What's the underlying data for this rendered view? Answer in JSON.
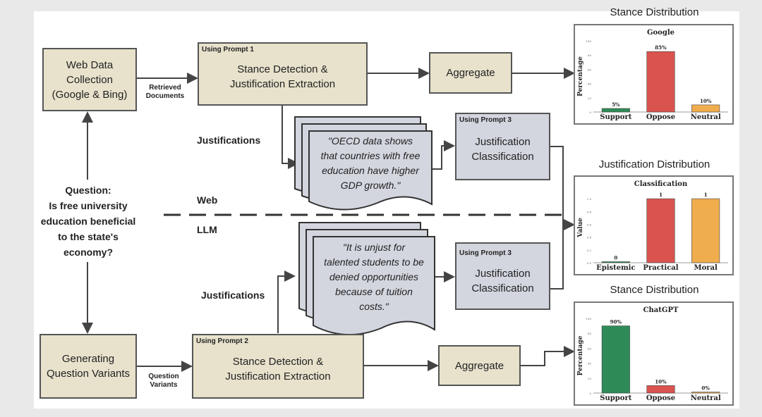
{
  "web_data_box": {
    "line1": "Web Data",
    "line2": "Collection",
    "line3": "(Google & Bing)"
  },
  "retrieved_docs": {
    "line1": "Retrieved",
    "line2": "Documents"
  },
  "prompt1_box": {
    "tag": "Using Prompt 1",
    "line1": "Stance Detection &",
    "line2": "Justification Extraction"
  },
  "aggregate_top": "Aggregate",
  "aggregate_bottom": "Aggregate",
  "question": {
    "line1": "Question:",
    "line2": "Is free university",
    "line3": "education beneficial",
    "line4": "to the state's",
    "line5": "economy?"
  },
  "justifications_top": "Justifications",
  "justifications_bottom": "Justifications",
  "web_label": "Web",
  "llm_label": "LLM",
  "doc_top": {
    "line1": "\"OECD data shows",
    "line2": "that countries with free",
    "line3": "education have higher",
    "line4": "GDP growth.\""
  },
  "doc_bottom": {
    "line1": "\"It is unjust for",
    "line2": "talented students to be",
    "line3": "denied opportunities",
    "line4": "because of tuition",
    "line5": "costs.\""
  },
  "prompt3_top": {
    "tag": "Using Prompt 3",
    "line1": "Justification",
    "line2": "Classification"
  },
  "prompt3_bottom": {
    "tag": "Using Prompt 3",
    "line1": "Justification",
    "line2": "Classification"
  },
  "gen_variants_box": {
    "line1": "Generating",
    "line2": "Question Variants"
  },
  "question_variants": {
    "line1": "Question",
    "line2": "Variants"
  },
  "prompt2_box": {
    "tag": "Using Prompt 2",
    "line1": "Stance  Detection &",
    "line2": "Justification Extraction"
  },
  "colors": {
    "support": "#2e8b57",
    "oppose": "#d9534f",
    "neutral": "#f0ad4e",
    "moral": "#f0ad4e",
    "box_tan": "#e8e2cc",
    "box_gray": "#d3d6df"
  },
  "chart_data": [
    {
      "type": "bar",
      "heading": "Stance Distribution",
      "title": "Google",
      "ylabel": "Percentage",
      "xlabel": "",
      "categories": [
        "Support",
        "Oppose",
        "Neutral"
      ],
      "values": [
        5,
        85,
        10
      ],
      "value_labels": [
        "5%",
        "85%",
        "10%"
      ],
      "ylim": [
        0,
        100
      ],
      "yticks": [
        "0",
        "20",
        "40",
        "60",
        "80",
        "100"
      ]
    },
    {
      "type": "bar",
      "heading": "Justification Distribution",
      "title": "Classification",
      "ylabel": "Value",
      "xlabel": "",
      "categories": [
        "Epistemic",
        "Practical",
        "Moral"
      ],
      "values": [
        0,
        1,
        1
      ],
      "value_labels": [
        "0",
        "1",
        "1"
      ],
      "ylim": [
        0,
        1.1
      ],
      "yticks": [
        "0.0",
        "0.2",
        "0.4",
        "0.6",
        "0.8",
        "1.0"
      ]
    },
    {
      "type": "bar",
      "heading": "Stance Distribution",
      "title": "ChatGPT",
      "ylabel": "Percentage",
      "xlabel": "",
      "categories": [
        "Support",
        "Oppose",
        "Neutral"
      ],
      "values": [
        90,
        10,
        0
      ],
      "value_labels": [
        "90%",
        "10%",
        "0%"
      ],
      "ylim": [
        0,
        100
      ],
      "yticks": [
        "0",
        "20",
        "40",
        "60",
        "80",
        "100"
      ]
    }
  ]
}
